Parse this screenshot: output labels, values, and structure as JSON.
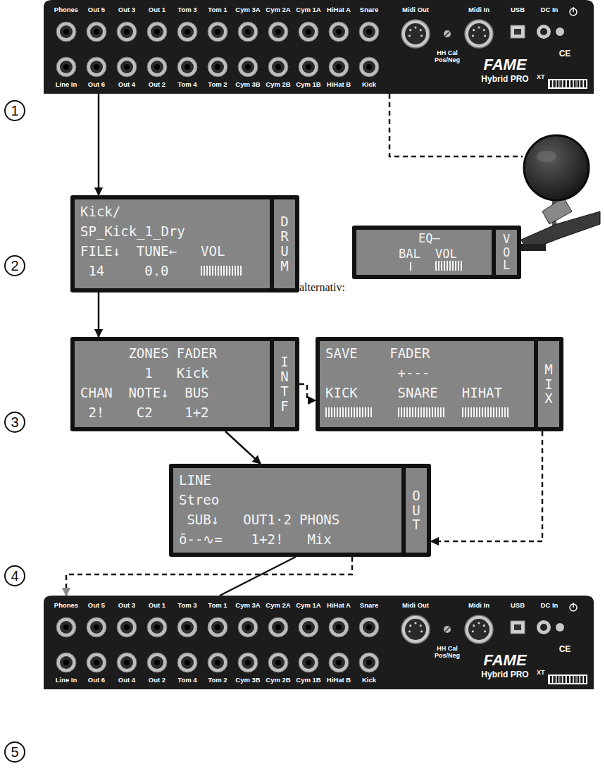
{
  "diagram": {
    "nodes": [
      {
        "text": [
          "Phones",
          "Out 5",
          "Out 3",
          "Out 1",
          "Tom 3",
          "Tom 1",
          "Cym 3A",
          "Cym 2A",
          "Cym 1A",
          "HiHat A",
          "Snare",
          "Midi Out",
          "Midi In",
          "USB",
          "DC In",
          "Line In",
          "Out 6",
          "Out 4",
          "Out 2",
          "Tom 4",
          "Tom 2",
          "Cym 3B",
          "Cym 2B",
          "Cym 1B",
          "HiHat B",
          "Kick",
          "HH Cal Pos/Neg",
          "FAME",
          "Hybrid PRO",
          "XT",
          "CE"
        ]
      },
      {
        "text": [
          "Kick/",
          "SP_Kick_1_Dry",
          "FILE↓",
          "TUNE←",
          "VOL",
          "14",
          "0.0",
          "DRUM"
        ]
      },
      {
        "text": [
          "EQ—",
          "BAL",
          "VOL",
          "VOL"
        ]
      },
      {
        "text": [
          "ZONES",
          "FADER",
          "1",
          "Kick",
          "CHAN",
          "NOTE↓",
          "BUS",
          "2!",
          "C2",
          "1+2",
          "INTF"
        ]
      },
      {
        "text": [
          "SAVE",
          "FADER",
          "+---",
          "KICK",
          "SNARE",
          "HIHAT",
          "MIX"
        ]
      },
      {
        "text": [
          "LINE",
          "Streo",
          "SUB↓",
          "OUT1·2",
          "PHONS",
          "ō--∿=",
          "1+2!",
          "Mix",
          "OUT"
        ]
      },
      {
        "text": [
          "Phones",
          "Out 5",
          "Out 3",
          "Out 1",
          "Tom 3",
          "Tom 1",
          "Cym 3A",
          "Cym 2A",
          "Cym 1A",
          "HiHat A",
          "Snare",
          "Midi Out",
          "Midi In",
          "USB",
          "DC In",
          "Line In",
          "Out 6",
          "Out 4",
          "Out 2",
          "Tom 4",
          "Tom 2",
          "Cym 3B",
          "Cym 2B",
          "Cym 1B",
          "HiHat B",
          "Kick",
          "HH Cal Pos/Neg",
          "FAME",
          "Hybrid PRO",
          "XT",
          "CE"
        ]
      }
    ],
    "edges": [
      {
        "from": 0,
        "to": 1,
        "arrow": "to"
      },
      {
        "from": 1,
        "to": 3,
        "arrow": "to"
      },
      {
        "from": 3,
        "to": 4,
        "arrow": "to"
      },
      {
        "from": 3,
        "to": 5,
        "arrow": "to"
      },
      {
        "from": 4,
        "to": 5,
        "arrow": "to"
      },
      {
        "from": 5,
        "to": 6,
        "arrow": "none"
      },
      {
        "from": 5,
        "to": 6,
        "arrow": "to"
      }
    ],
    "labels": [
      "1",
      "2",
      "alternativ:",
      "3",
      "4",
      "5"
    ]
  }
}
